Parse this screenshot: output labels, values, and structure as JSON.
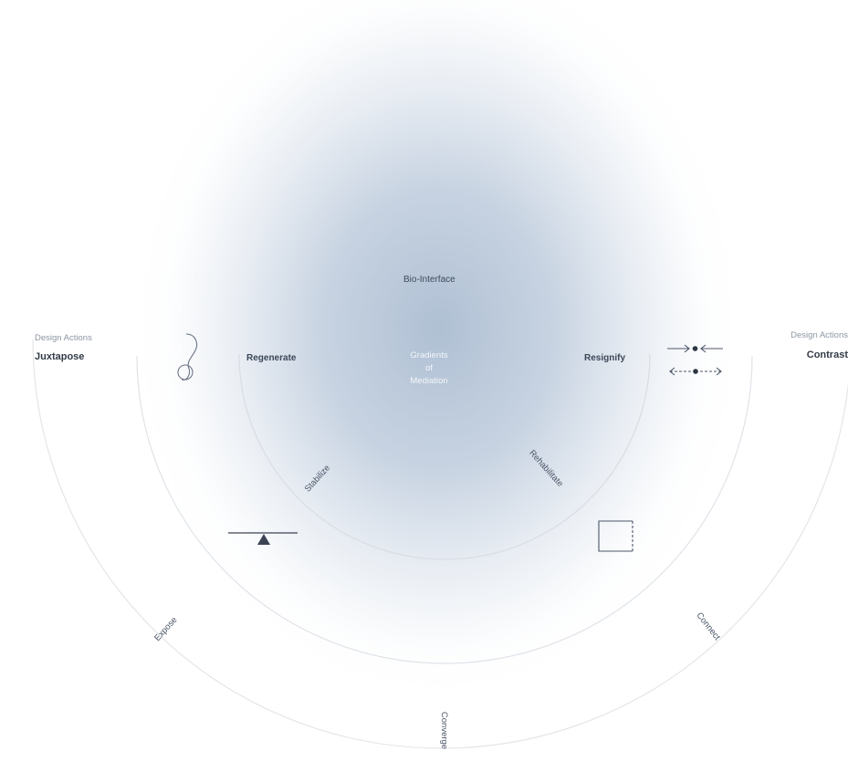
{
  "center": {
    "line1": "Gradients",
    "line2": "of",
    "line3": "Mediation"
  },
  "inner_ring": {
    "top_label": "Bio-Interface",
    "left_label": "Regenerate",
    "right_label": "Resignify",
    "lower_left_label": "Stabilize",
    "lower_right_label": "Rehabilitate"
  },
  "outer_ring": {
    "lower_left_label": "Expose",
    "bottom_label": "Converge",
    "lower_right_label": "Connect"
  },
  "left_action": {
    "kicker": "Design Actions",
    "title": "Juxtapose"
  },
  "right_action": {
    "kicker": "Design Actions",
    "title": "Contrast"
  },
  "icons": [
    "loop-knot-icon",
    "arrows-converge-diverge-icon",
    "balance-scale-icon",
    "dashed-square-icon"
  ],
  "colors": {
    "glow": "#9eb2ca",
    "ring": "#dde1e7",
    "text": "#3f4a5a"
  }
}
